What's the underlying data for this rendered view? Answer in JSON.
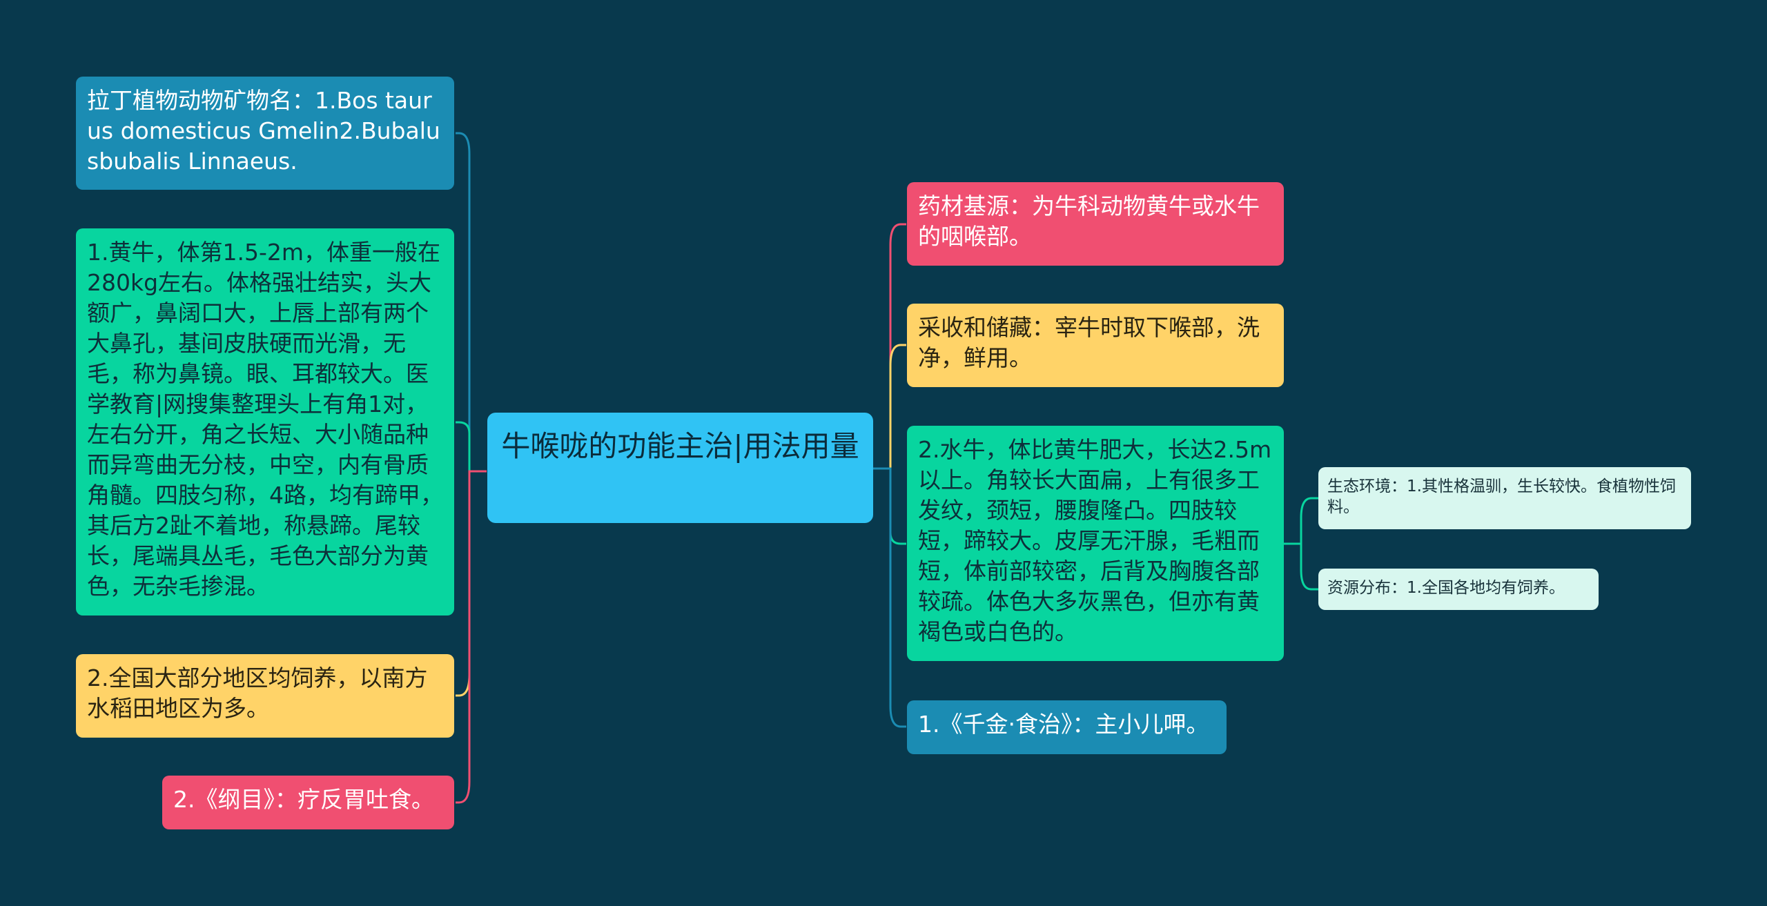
{
  "root": {
    "text": "牛喉咙的功能主治|用法用量"
  },
  "left_nodes": [
    {
      "id": "latin-name",
      "text": "拉丁植物动物矿物名：1.Bos taurus domesticus Gmelin2.Bubalusbubalis Linnaeus.",
      "color": "#1b8cb3"
    },
    {
      "id": "yellow-cattle",
      "text": "1.黄牛，体第1.5-2m，体重一般在280kg左右。体格强壮结实，头大额广，鼻阔口大，上唇上部有两个大鼻孔，基间皮肤硬而光滑，无毛，称为鼻镜。眼、耳都较大。医学教育|网搜集整理头上有角1对，左右分开，角之长短、大小随品种而异弯曲无分枝，中空，内有骨质角髓。四肢匀称，4路，均有蹄甲，其后方2趾不着地，称悬蹄。尾较长，尾端具丛毛，毛色大部分为黄色，无杂毛掺混。",
      "color": "#08d59f"
    },
    {
      "id": "distribution-south",
      "text": "2.全国大部分地区均饲养，以南方水稻田地区为多。",
      "color": "#ffd368"
    },
    {
      "id": "gangmu",
      "text": "2.《纲目》：疗反胃吐食。",
      "color": "#f04f71"
    }
  ],
  "right_nodes": [
    {
      "id": "source",
      "text": "药材基源：为牛科动物黄牛或水牛的咽喉部。",
      "color": "#f04f71"
    },
    {
      "id": "harvest",
      "text": "采收和储藏：宰牛时取下喉部，洗净，鲜用。",
      "color": "#ffd368"
    },
    {
      "id": "water-buffalo",
      "text": "2.水牛，体比黄牛肥大，长达2.5m以上。角较长大面扁，上有很多工发纹，颈短，腰腹隆凸。四肢较短，蹄较大。皮厚无汗腺，毛粗而短，体前部较密，后背及胸腹各部较疏。体色大多灰黑色，但亦有黄褐色或白色的。",
      "color": "#08d59f",
      "children": [
        {
          "id": "ecology",
          "text": "生态环境：1.其性格温驯，生长较快。食植物性饲料。"
        },
        {
          "id": "resource",
          "text": "资源分布：1.全国各地均有饲养。"
        }
      ]
    },
    {
      "id": "qianjin",
      "text": "1.《千金·食治》：主小儿呷。",
      "color": "#1b8cb3"
    }
  ],
  "child_color": "#d8f7ef",
  "background": "#08394d"
}
